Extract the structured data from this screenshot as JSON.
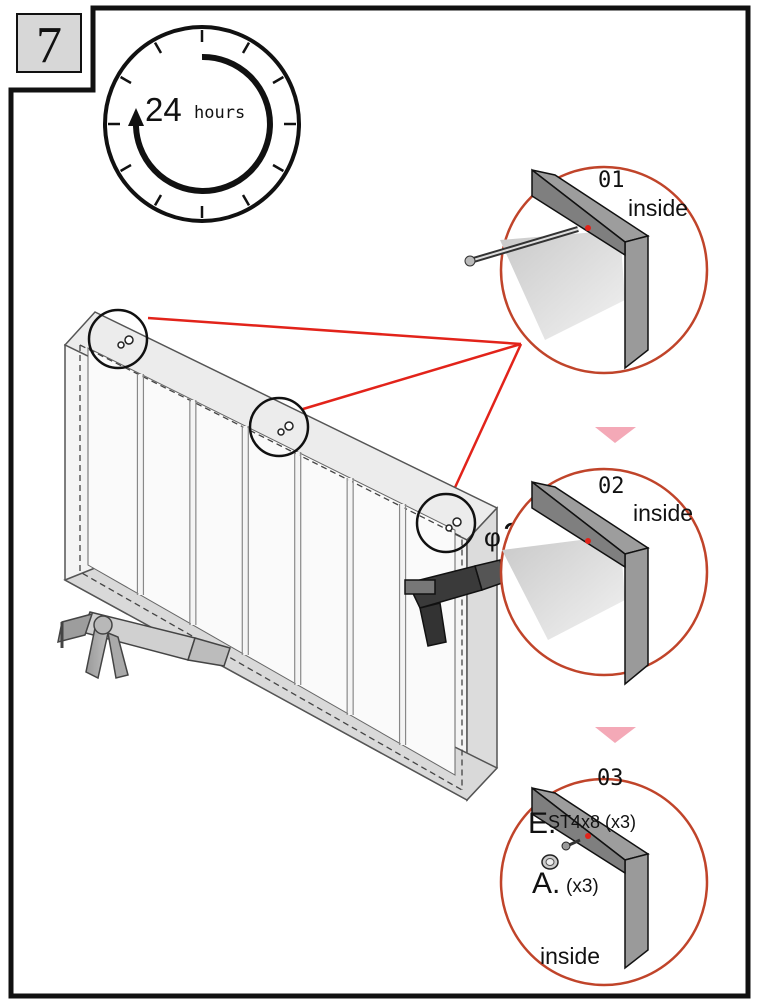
{
  "step_number": "7",
  "timer": {
    "value": "24",
    "unit": "hours"
  },
  "details": [
    {
      "number": "01",
      "location": "inside"
    },
    {
      "number": "02",
      "location": "inside"
    },
    {
      "number": "03",
      "location": "inside"
    }
  ],
  "drill": {
    "diameter_symbol": "φ",
    "diameter_value": "2.5"
  },
  "parts": {
    "screw_letter": "E.",
    "screw_spec": "ST4x8 (x3)",
    "cap_letter": "A.",
    "cap_qty": "(x3)"
  },
  "colors": {
    "leader_red": "#e2231a",
    "circle_brown": "#c0442a",
    "arrow_pink": "#f4a9b7",
    "frame_glass": "#e8e8e8"
  }
}
